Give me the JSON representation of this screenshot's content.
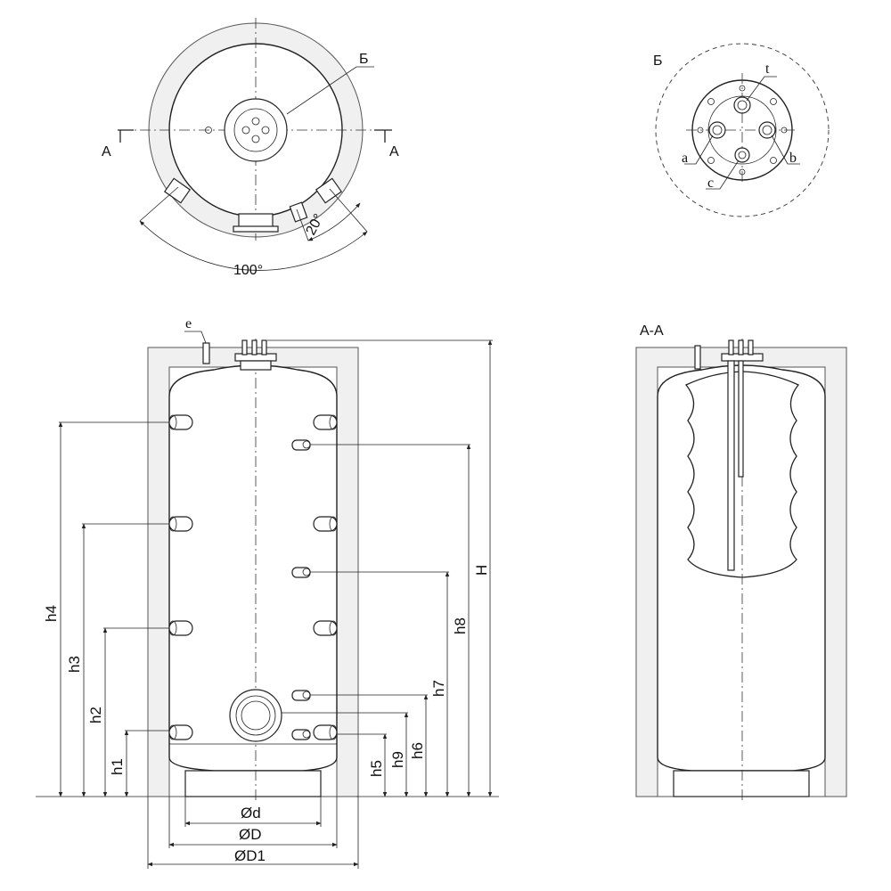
{
  "labels": {
    "top_view_callout": "Б",
    "section_left": "A",
    "section_right": "A",
    "angle_small": "20°",
    "angle_large": "100°",
    "detail_title": "Б",
    "detail_t": "t",
    "detail_a": "a",
    "detail_b": "b",
    "detail_c": "c",
    "front_e": "e",
    "section_title": "A-A"
  },
  "dimensions": {
    "h1": "h1",
    "h2": "h2",
    "h3": "h3",
    "h4": "h4",
    "h5": "h5",
    "h6": "h6",
    "h7": "h7",
    "h8": "h8",
    "h9": "h9",
    "H": "H",
    "d": "Ød",
    "D": "ØD",
    "D1": "ØD1"
  }
}
